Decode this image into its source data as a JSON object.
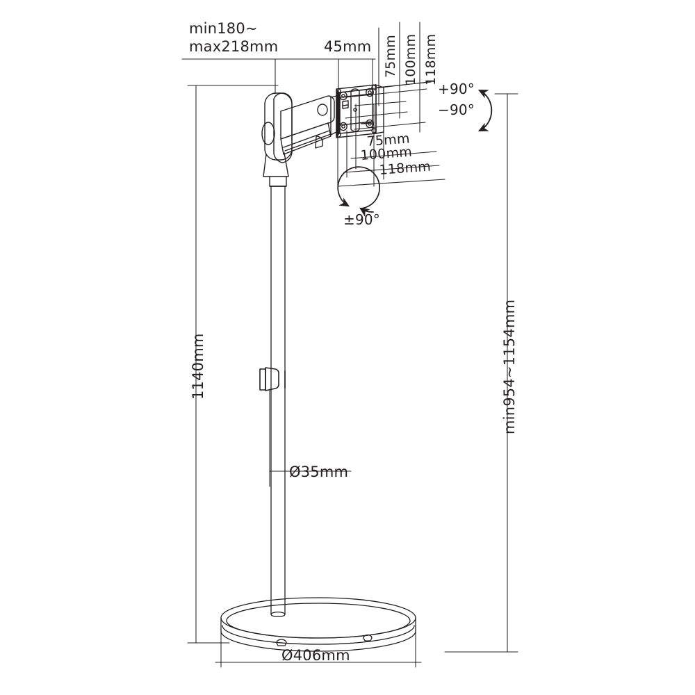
{
  "drawing": {
    "title": "Floor stand monitor mount technical dimension drawing",
    "line_color": "#231f20",
    "text_color": "#231f20",
    "background": "#ffffff"
  },
  "dimensions": {
    "arm_reach": "min180~\nmax218mm",
    "arm_reach_line1": "min180~",
    "arm_reach_line2": "max218mm",
    "head_depth": "45mm",
    "vesa_vertical_75": "75mm",
    "vesa_vertical_100": "100mm",
    "vesa_vertical_118": "118mm",
    "vesa_horizontal_75": "75mm",
    "vesa_horizontal_100": "100mm",
    "vesa_horizontal_118": "118mm",
    "pole_height": "1140mm",
    "pole_diameter": "Ø35mm",
    "base_diameter": "Ø406mm",
    "working_height": "min954~1154mm"
  },
  "rotation": {
    "tilt_up": "+90°",
    "tilt_down": "−90°",
    "swivel": "±90°"
  },
  "icons": {
    "tilt_arc": "tilt-rotation-arc-icon",
    "swivel_circle": "swivel-rotation-circle-icon"
  }
}
